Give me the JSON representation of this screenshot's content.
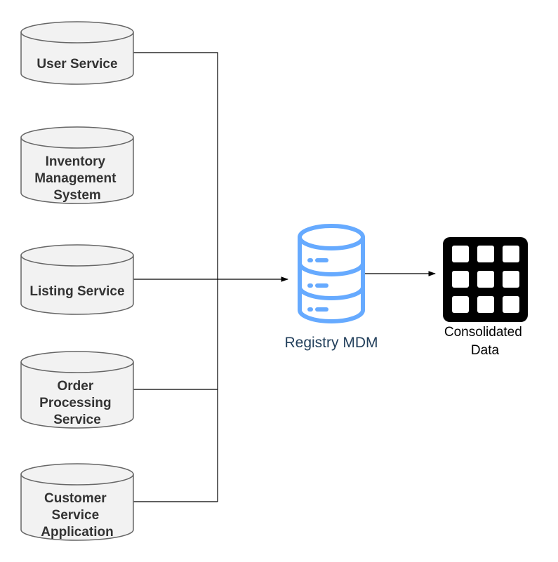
{
  "sources": [
    {
      "lines": [
        "User Service"
      ]
    },
    {
      "lines": [
        "Inventory",
        "Management",
        "System"
      ]
    },
    {
      "lines": [
        "Listing Service"
      ]
    },
    {
      "lines": [
        "Order",
        "Processing",
        "Service"
      ]
    },
    {
      "lines": [
        "Customer",
        "Service",
        "Application"
      ]
    }
  ],
  "hub": {
    "label": "Registry MDM",
    "icon": "database-server-icon"
  },
  "output": {
    "lines": [
      "Consolidated",
      "Data"
    ],
    "icon": "data-grid-icon"
  },
  "colors": {
    "cylinder_fill": "#f2f2f2",
    "cylinder_stroke": "#666666",
    "hub_icon": "#66aaff",
    "hub_text": "#23405c",
    "connector": "#000000",
    "grid_icon": "#000000"
  }
}
